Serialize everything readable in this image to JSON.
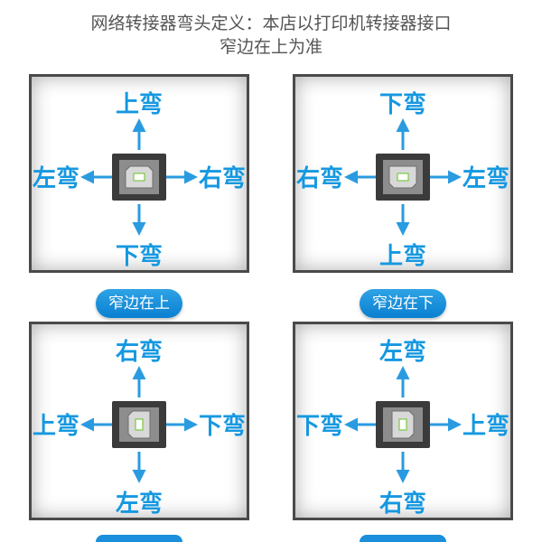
{
  "header": {
    "line1": "网络转接器弯头定义：本店以打印机转接器接口",
    "line2": "窄边在上为准"
  },
  "panels": [
    {
      "top": "上弯",
      "bottom": "下弯",
      "left": "左弯",
      "right": "右弯",
      "caption": "窄边在上",
      "narrow_edge": "top"
    },
    {
      "top": "下弯",
      "bottom": "上弯",
      "left": "右弯",
      "right": "左弯",
      "caption": "窄边在下",
      "narrow_edge": "bottom"
    },
    {
      "top": "右弯",
      "bottom": "左弯",
      "left": "上弯",
      "right": "下弯",
      "caption": "",
      "narrow_edge": "left"
    },
    {
      "top": "左弯",
      "bottom": "右弯",
      "left": "下弯",
      "right": "上弯",
      "caption": "",
      "narrow_edge": "right"
    }
  ],
  "colors": {
    "accent": "#1598e0",
    "arrow": "#2a9be0",
    "frame": "#4a4a4a",
    "connector_outer": "#3b3b3b",
    "connector_inner": "#8d8d8d",
    "connector_core": "#d8d8d8",
    "title_text": "#555555"
  },
  "icons": {
    "arrow": "arrow-icon",
    "connector": "usb-b-port-icon"
  }
}
